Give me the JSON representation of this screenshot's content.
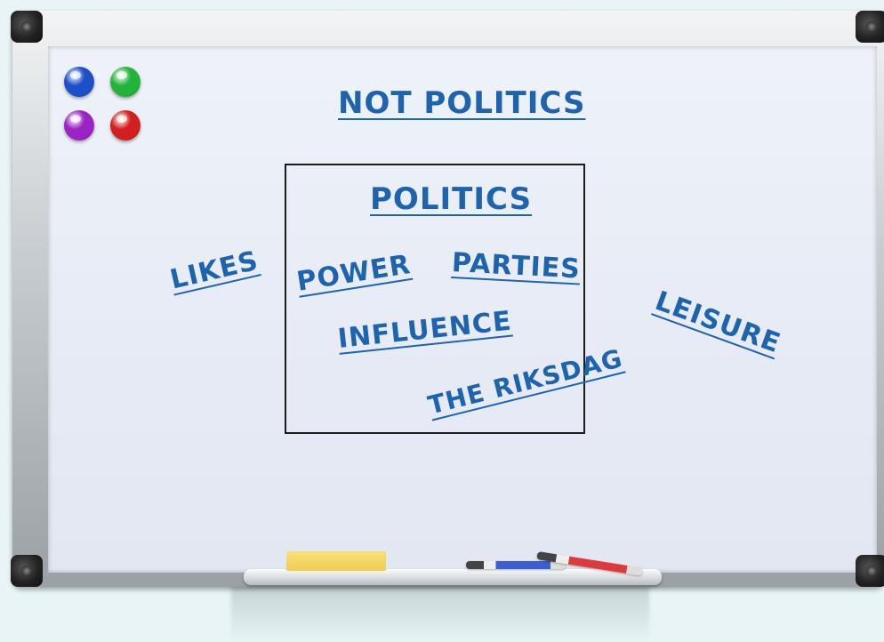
{
  "board": {
    "title": "NOT POLITICS",
    "box_title": "POLITICS",
    "inside": [
      "POWER",
      "PARTIES",
      "INFLUENCE",
      "THE RIKSDAG"
    ],
    "outside": [
      "LIKES",
      "LEISURE"
    ]
  },
  "magnets": [
    {
      "name": "blue-magnet",
      "color": "#1d4fc9"
    },
    {
      "name": "green-magnet",
      "color": "#22b33a"
    },
    {
      "name": "purple-magnet",
      "color": "#9b22c4"
    },
    {
      "name": "red-magnet",
      "color": "#d31f1f"
    }
  ],
  "colors": {
    "ink": "#1d63ad",
    "box_line": "#1b1b1b",
    "board": "#eef2f8",
    "eraser": "#f0cd52",
    "blue_marker": "#3a5fd4",
    "red_marker": "#dd3b3b"
  }
}
